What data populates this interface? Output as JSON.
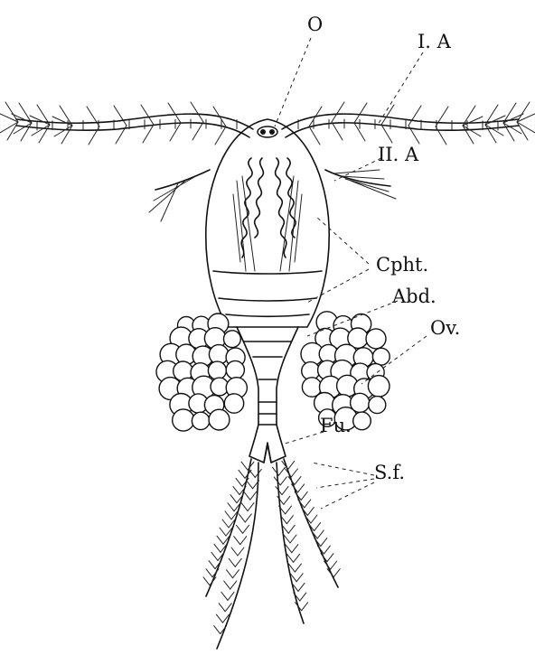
{
  "labels": {
    "eye": "O",
    "first_antenna": "I. A",
    "second_antenna": "II. A",
    "cephalothorax": "Cpht.",
    "abdomen": "Abd.",
    "ovisac": "Ov.",
    "furca": "Fu.",
    "setae_furcales": "S.f."
  }
}
